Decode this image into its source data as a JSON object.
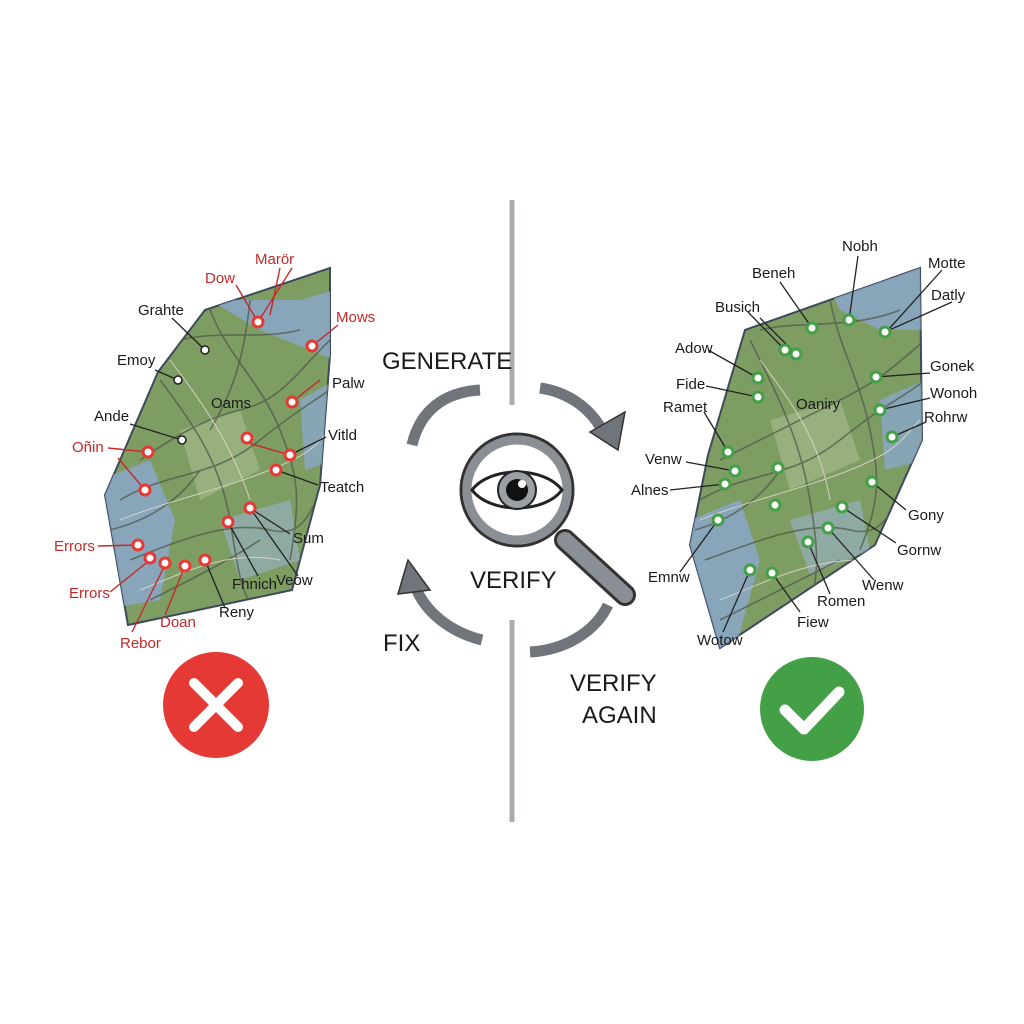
{
  "steps": {
    "generate": "GENERATE",
    "verify": "VERIFY",
    "fix": "FIX",
    "verify_again_line1": "VERIFY",
    "verify_again_line2": "AGAIN"
  },
  "left_map": {
    "center_label": "Oams",
    "status_icon": "x-icon",
    "status_color": "#e53935",
    "marker_color": "#e53935",
    "labels": [
      {
        "text": "Marör",
        "color": "red"
      },
      {
        "text": "Dow",
        "color": "red"
      },
      {
        "text": "Grahte",
        "color": "black"
      },
      {
        "text": "Mows",
        "color": "red"
      },
      {
        "text": "Emoy",
        "color": "black"
      },
      {
        "text": "Palw",
        "color": "black"
      },
      {
        "text": "Ande",
        "color": "black"
      },
      {
        "text": "Vitld",
        "color": "black"
      },
      {
        "text": "Oñin",
        "color": "red"
      },
      {
        "text": "Teatch",
        "color": "black"
      },
      {
        "text": "Sum",
        "color": "black"
      },
      {
        "text": "Errors",
        "color": "red"
      },
      {
        "text": "Fhnich",
        "color": "black"
      },
      {
        "text": "Veow",
        "color": "black"
      },
      {
        "text": "Errors",
        "color": "red"
      },
      {
        "text": "Doan",
        "color": "red"
      },
      {
        "text": "Reny",
        "color": "black"
      },
      {
        "text": "Rebor",
        "color": "red"
      }
    ]
  },
  "right_map": {
    "center_label": "Oaniry",
    "status_icon": "check-icon",
    "status_color": "#43a047",
    "marker_color": "#43a047",
    "labels": [
      {
        "text": "Nobh"
      },
      {
        "text": "Motte"
      },
      {
        "text": "Beneh"
      },
      {
        "text": "Datly"
      },
      {
        "text": "Busich"
      },
      {
        "text": "Adow"
      },
      {
        "text": "Gonek"
      },
      {
        "text": "Fide"
      },
      {
        "text": "Wonoh"
      },
      {
        "text": "Ramet"
      },
      {
        "text": "Rohrw"
      },
      {
        "text": "Venw"
      },
      {
        "text": "Alnes"
      },
      {
        "text": "Gony"
      },
      {
        "text": "Gornw"
      },
      {
        "text": "Emnw"
      },
      {
        "text": "Wenw"
      },
      {
        "text": "Romen"
      },
      {
        "text": "Fiew"
      },
      {
        "text": "Wotow"
      }
    ]
  }
}
